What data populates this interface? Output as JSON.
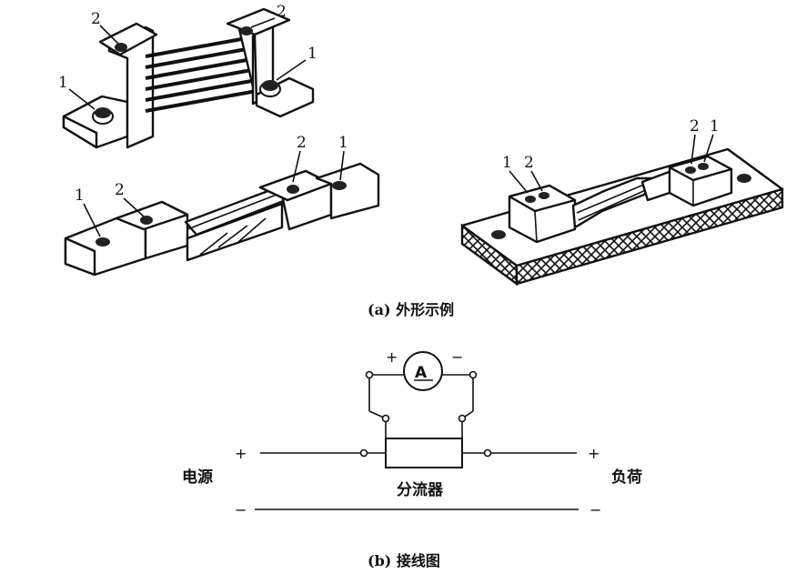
{
  "part_a": {
    "caption": "(a) 外形示例",
    "callout_1": "1",
    "callout_2": "2"
  },
  "part_b": {
    "caption": "(b) 接线图",
    "ammeter": "A",
    "meter_plus": "+",
    "meter_minus": "−",
    "source_label": "电源",
    "load_label": "负荷",
    "shunt_label": "分流器",
    "plus": "+",
    "minus": "−"
  }
}
